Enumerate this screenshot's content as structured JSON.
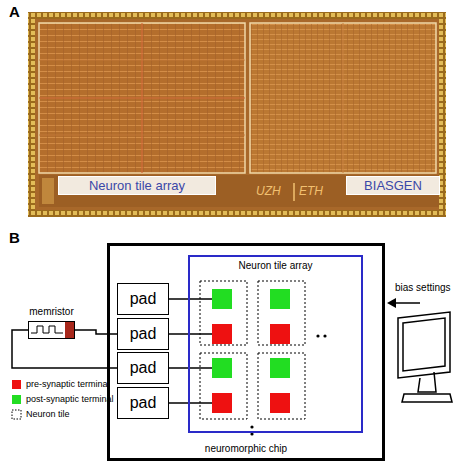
{
  "diagram": {
    "nodes": [
      {
        "text": [
          "Neuron tile array"
        ]
      },
      {
        "text": [
          "BIASGEN"
        ]
      },
      {
        "text": [
          "neuromorphic chip"
        ]
      },
      {
        "text": [
          "Neuron tile array"
        ],
        "in": 2
      },
      {
        "text": [
          "pad"
        ],
        "in": 2
      },
      {
        "text": [
          "pad"
        ],
        "in": 2
      },
      {
        "text": [
          "pad"
        ],
        "in": 2
      },
      {
        "text": [
          "pad"
        ],
        "in": 2
      },
      {
        "text": [
          "memristor"
        ]
      }
    ],
    "edges": [
      {
        "from": 8,
        "to": 5,
        "arrow": "none"
      },
      {
        "from": 8,
        "to": 6,
        "arrow": "none"
      }
    ],
    "labels": [
      "A",
      "B",
      "UZH",
      "ETH",
      "bias settings"
    ],
    "legend": [
      {
        "text": "pre-synaptic terminal",
        "color": "#ee1111"
      },
      {
        "text": "post-synaptic terminal",
        "color": "#22dd22"
      },
      {
        "text": "Neuron tile"
      }
    ]
  }
}
